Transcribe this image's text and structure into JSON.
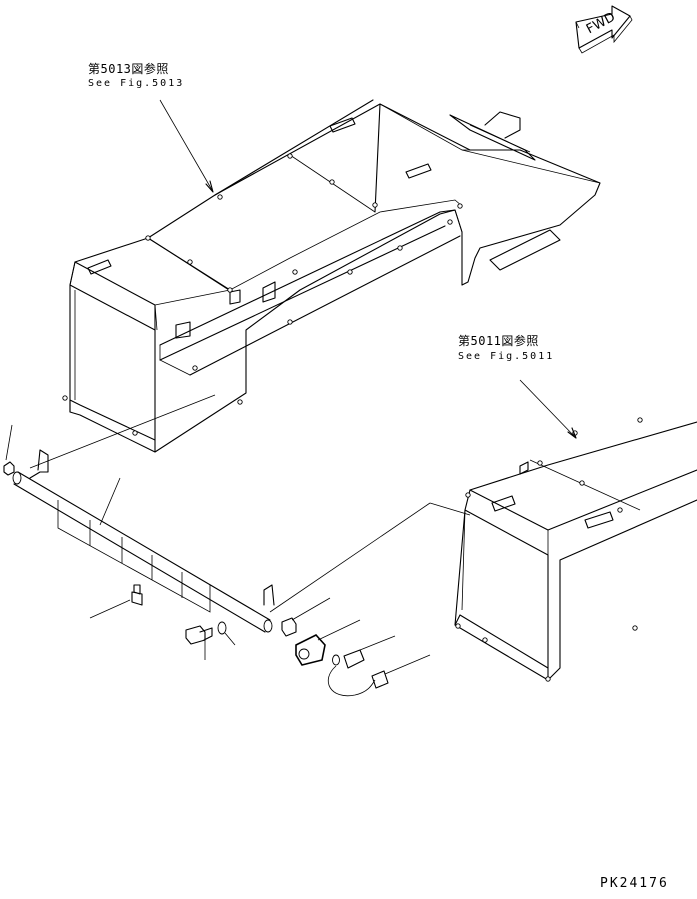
{
  "references": {
    "upper": {
      "japanese": "第5013図参照",
      "english": "See Fig.5013"
    },
    "right": {
      "japanese": "第5011図参照",
      "english": "See Fig.5011"
    }
  },
  "fwd_indicator": {
    "text": "FWD",
    "icon": "direction-arrow-icon"
  },
  "drawing_code": "PK24176"
}
